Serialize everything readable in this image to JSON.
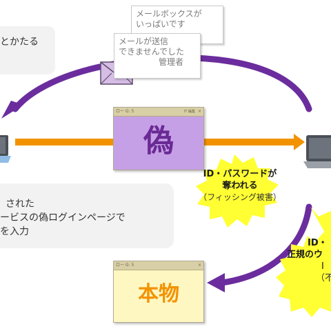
{
  "top_left_bubble": {
    "line1": "とかたる"
  },
  "notes": {
    "mailbox_full": [
      "メールボックスが",
      "いっぱいです"
    ],
    "send_failed": [
      "メールが送信",
      "できませんでした"
    ],
    "sender": "管理者"
  },
  "fake_window": {
    "url_text": "ロー G: 5",
    "tab_text": "IT 編集",
    "label": "偽"
  },
  "real_window": {
    "url_text": "ロー G: 5",
    "label": "本物"
  },
  "burst_center": {
    "line1": "ID・パスワードが",
    "line2": "奪われる",
    "line3": "（フィッシング被害）"
  },
  "burst_right": {
    "line1": "ID・",
    "line2": "正規のウ",
    "line3": "I",
    "line4": "（不"
  },
  "bottom_left_bubble": {
    "line1": "された",
    "line2": "ービスの偽ログインページで",
    "line3": "を入力"
  },
  "colors": {
    "arrow_orange": "#f39200",
    "arrow_purple": "#6b2d9e",
    "fake_fill": "#c6a0e6",
    "fake_text": "#6a2a94",
    "real_fill": "#fff7c2",
    "real_text": "#f39200",
    "burst_fill": "#ffff33",
    "envelope_fill": "#d6bde6"
  }
}
